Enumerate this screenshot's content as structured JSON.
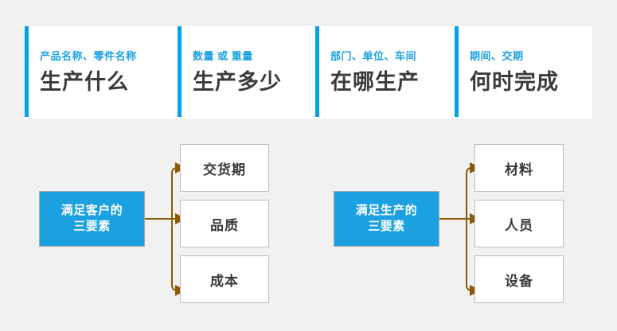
{
  "colors": {
    "background": "#f1f1f1",
    "accent_blue": "#00a2e8",
    "label_blue": "#1ba1e2",
    "heading_gray": "#3b3b3b",
    "connector_brown": "#8a5a06",
    "box_border": "#bcbcbc",
    "card_white": "#ffffff"
  },
  "header": {
    "cards": [
      {
        "subtitle": "产品名称、零件名称",
        "title": "生产什么"
      },
      {
        "subtitle": "数量 或 重量",
        "title": "生产多少"
      },
      {
        "subtitle": "部门、单位、车间",
        "title": "在哪生产"
      },
      {
        "subtitle": "期间、交期",
        "title": "何时完成"
      }
    ]
  },
  "diagram": {
    "groups": [
      {
        "source": {
          "line1": "满足客户的",
          "line2": "三要素"
        },
        "targets": [
          {
            "label": "交货期"
          },
          {
            "label": "品质"
          },
          {
            "label": "成本"
          }
        ]
      },
      {
        "source": {
          "line1": "满足生产的",
          "line2": "三要素"
        },
        "targets": [
          {
            "label": "材料"
          },
          {
            "label": "人员"
          },
          {
            "label": "设备"
          }
        ]
      }
    ]
  }
}
